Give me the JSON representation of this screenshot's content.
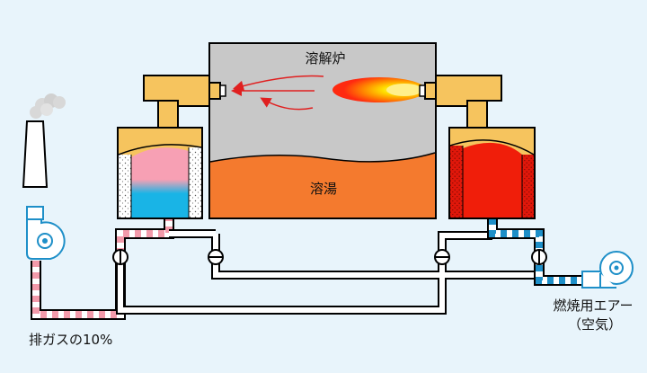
{
  "labels": {
    "furnace": "溶解炉",
    "molten_metal": "溶湯",
    "exhaust": "排ガスの10%",
    "combustion_air_line1": "燃焼用エアー",
    "combustion_air_line2": "（空気）"
  },
  "colors": {
    "background": "#e8f4fb",
    "furnace_gray": "#c8c8c8",
    "molten_orange": "#f47a2e",
    "burner_yellow": "#f6c45e",
    "regen_red": "#f01e0a",
    "regen_cyan": "#19b4e6",
    "regen_pink": "#f7a0b4",
    "exhaust_pink": "#f29aaa",
    "air_blue": "#1e8fc8",
    "arrow_red": "#e02020"
  }
}
